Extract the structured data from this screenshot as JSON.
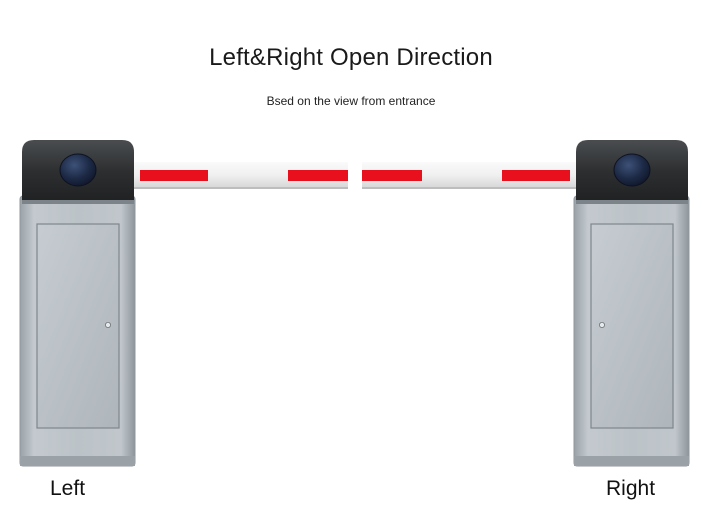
{
  "heading": {
    "title": "Left&Right Open Direction",
    "subtitle": "Bsed on the view from entrance"
  },
  "labels": {
    "left": "Left",
    "right": "Right"
  },
  "colors": {
    "boom_stripe": "#e8101c",
    "boom_body": "#f2f2f2",
    "cabinet_body": "#b9c0c6",
    "cabinet_top": "#2d2f31",
    "lamp": "#1c2a44"
  }
}
